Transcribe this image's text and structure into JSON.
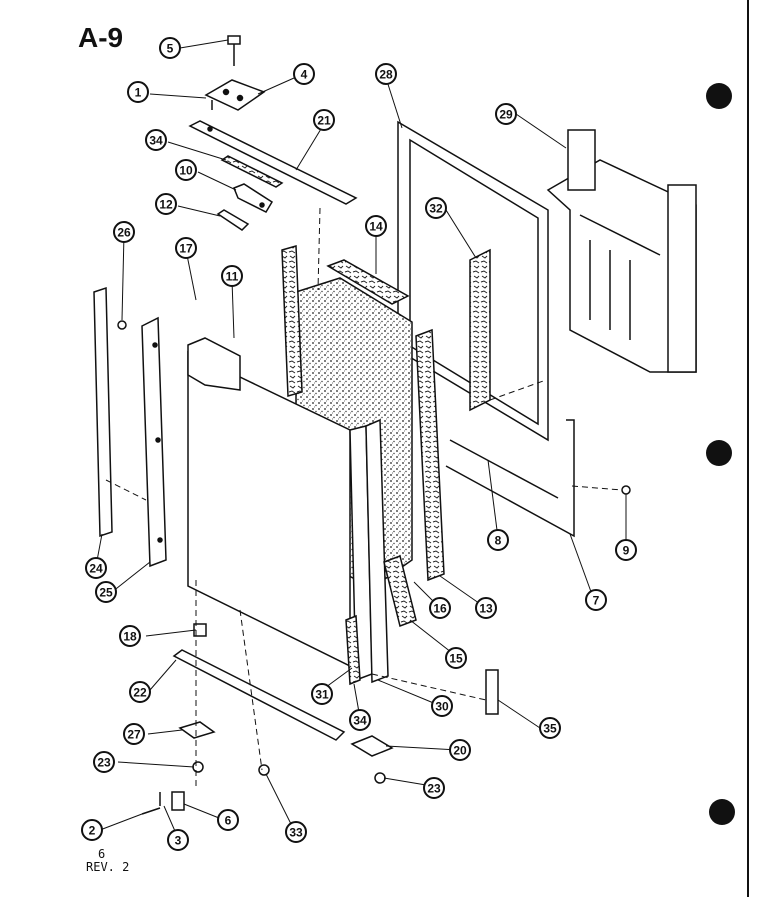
{
  "title": "A-9",
  "footer": {
    "page": "6",
    "revision": "REV. 2"
  },
  "callouts": [
    {
      "id": "c1",
      "label": "1"
    },
    {
      "id": "c2",
      "label": "2"
    },
    {
      "id": "c3",
      "label": "3"
    },
    {
      "id": "c4",
      "label": "4"
    },
    {
      "id": "c5",
      "label": "5"
    },
    {
      "id": "c6",
      "label": "6"
    },
    {
      "id": "c7",
      "label": "7"
    },
    {
      "id": "c8",
      "label": "8"
    },
    {
      "id": "c9",
      "label": "9"
    },
    {
      "id": "c10",
      "label": "10"
    },
    {
      "id": "c11",
      "label": "11"
    },
    {
      "id": "c12",
      "label": "12"
    },
    {
      "id": "c13",
      "label": "13"
    },
    {
      "id": "c14",
      "label": "14"
    },
    {
      "id": "c15",
      "label": "15"
    },
    {
      "id": "c16",
      "label": "16"
    },
    {
      "id": "c17",
      "label": "17"
    },
    {
      "id": "c18",
      "label": "18"
    },
    {
      "id": "c20",
      "label": "20"
    },
    {
      "id": "c21",
      "label": "21"
    },
    {
      "id": "c22",
      "label": "22"
    },
    {
      "id": "c23a",
      "label": "23"
    },
    {
      "id": "c23b",
      "label": "23"
    },
    {
      "id": "c24",
      "label": "24"
    },
    {
      "id": "c25",
      "label": "25"
    },
    {
      "id": "c26",
      "label": "26"
    },
    {
      "id": "c27",
      "label": "27"
    },
    {
      "id": "c28",
      "label": "28"
    },
    {
      "id": "c29",
      "label": "29"
    },
    {
      "id": "c30",
      "label": "30"
    },
    {
      "id": "c31",
      "label": "31"
    },
    {
      "id": "c32",
      "label": "32"
    },
    {
      "id": "c33",
      "label": "33"
    },
    {
      "id": "c34a",
      "label": "34"
    },
    {
      "id": "c34b",
      "label": "34"
    },
    {
      "id": "c35",
      "label": "35"
    }
  ]
}
